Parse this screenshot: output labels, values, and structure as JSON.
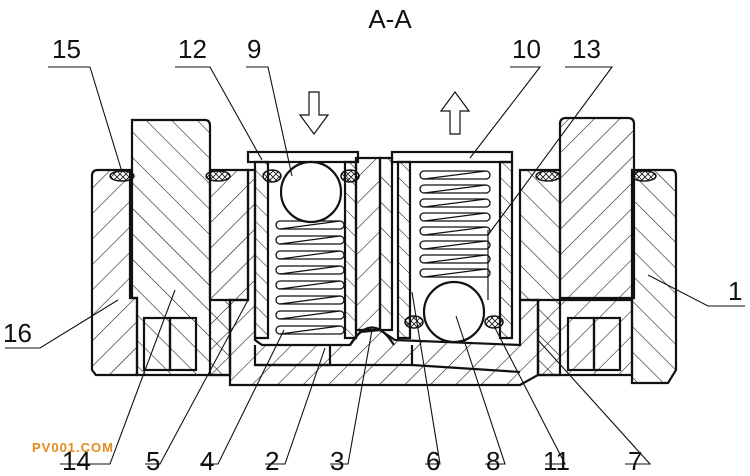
{
  "drawing": {
    "section_title": "A-A",
    "watermark": "PV001.COM",
    "labels_top": [
      "15",
      "12",
      "9",
      "10",
      "13"
    ],
    "labels_right": [
      "1"
    ],
    "labels_left": [
      "16"
    ],
    "labels_bottom": [
      "14",
      "5",
      "4",
      "2",
      "3",
      "6",
      "8",
      "11",
      "7"
    ],
    "arrow_in": "down",
    "arrow_out": "up"
  }
}
